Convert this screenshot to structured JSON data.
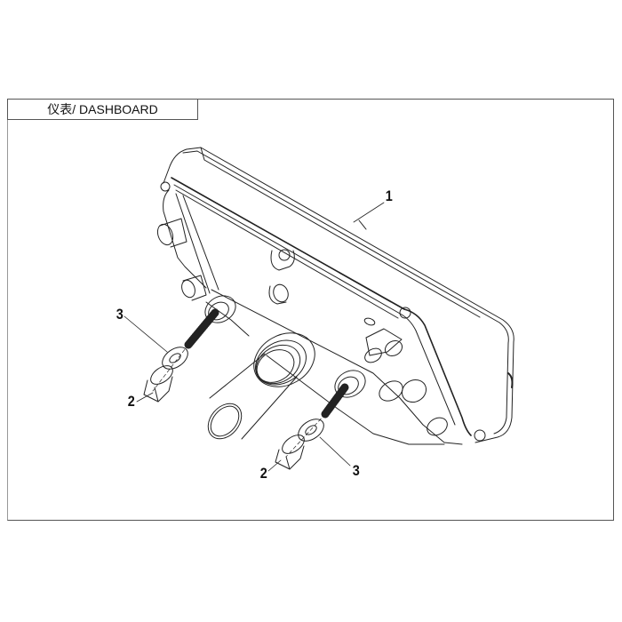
{
  "header": {
    "title": "仪表/ DASHBOARD"
  },
  "callouts": [
    {
      "label": "1",
      "part": "dashboard-assembly"
    },
    {
      "label": "3",
      "part": "washer-left"
    },
    {
      "label": "2",
      "part": "flange-nut-left"
    },
    {
      "label": "2",
      "part": "flange-nut-right"
    },
    {
      "label": "3",
      "part": "washer-right"
    }
  ],
  "colors": {
    "line": "#222222",
    "frame": "#555555",
    "background": "#ffffff"
  }
}
